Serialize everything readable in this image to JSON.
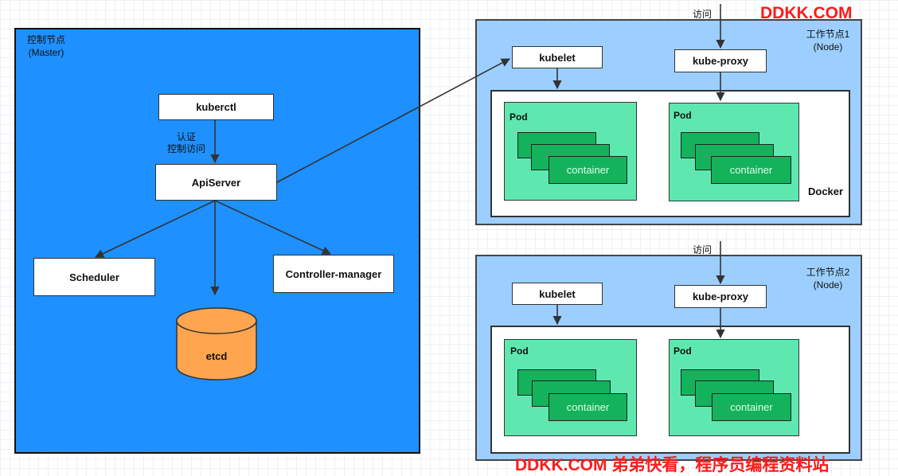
{
  "watermark": {
    "top": "DDKK.COM",
    "bottom": "DDKK.COM 弟弟快看，程序员编程资料站"
  },
  "master": {
    "title": "控制节点",
    "subtitle": "(Master)",
    "kubectl": "kuberctl",
    "auth_label_1": "认证",
    "auth_label_2": "控制访问",
    "apiserver": "ApiServer",
    "scheduler": "Scheduler",
    "controller": "Controller-manager",
    "etcd": "etcd"
  },
  "nodes": [
    {
      "title": "工作节点1",
      "subtitle": "(Node)",
      "access": "访问",
      "kubelet": "kubelet",
      "proxy": "kube-proxy",
      "runtime": "Docker",
      "pods": [
        {
          "label": "Pod",
          "container": "container"
        },
        {
          "label": "Pod",
          "container": "container"
        }
      ]
    },
    {
      "title": "工作节点2",
      "subtitle": "(Node)",
      "access": "访问",
      "kubelet": "kubelet",
      "proxy": "kube-proxy",
      "runtime": "",
      "pods": [
        {
          "label": "Pod",
          "container": "container"
        },
        {
          "label": "Pod",
          "container": "container"
        }
      ]
    }
  ],
  "colors": {
    "master_bg": "#1e90ff",
    "node_bg": "#9ccfff",
    "pod_bg": "#5ee8b0",
    "container_bg": "#15b25c",
    "etcd_bg": "#ffa54f",
    "watermark": "#ff1a1a"
  }
}
